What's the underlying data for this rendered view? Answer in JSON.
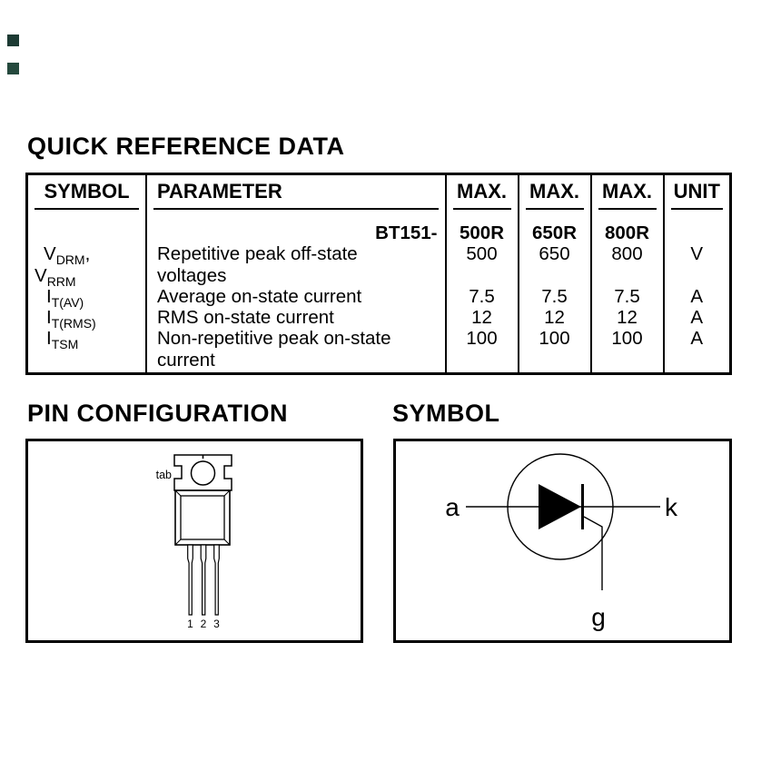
{
  "markers": {
    "top_square_color": "#1c3a33",
    "bottom_square_color": "#25493d"
  },
  "document": {
    "quick_reference": {
      "title": "QUICK REFERENCE DATA",
      "col_headers": [
        "SYMBOL",
        "PARAMETER",
        "MAX.",
        "MAX.",
        "MAX.",
        "UNIT"
      ],
      "symbol_col": [
        {
          "base": "V",
          "sub": "DRM",
          "trail": ","
        },
        {
          "base": "V",
          "sub": "RRM",
          "trail": ""
        },
        {
          "base": "I",
          "sub": "T(AV)",
          "trail": ""
        },
        {
          "base": "I",
          "sub": "T(RMS)",
          "trail": ""
        },
        {
          "base": "I",
          "sub": "TSM",
          "trail": ""
        }
      ],
      "parameter_col": [
        "BT151-",
        "Repetitive peak off-state",
        "voltages",
        "Average on-state current",
        "RMS on-state current",
        "Non-repetitive peak on-state",
        "current"
      ],
      "max_col_1": [
        "500R",
        "500",
        "",
        "7.5",
        "12",
        "100"
      ],
      "max_col_2": [
        "650R",
        "650",
        "",
        "7.5",
        "12",
        "100"
      ],
      "max_col_3": [
        "800R",
        "800",
        "",
        "7.5",
        "12",
        "100"
      ],
      "unit_col": [
        "",
        "V",
        "",
        "A",
        "A",
        "A"
      ]
    },
    "pin_configuration": {
      "title": "PIN CONFIGURATION",
      "tab_label": "tab",
      "pin_labels": [
        "1",
        "2",
        "3"
      ]
    },
    "symbol_section": {
      "title": "SYMBOL",
      "anode_label": "a",
      "cathode_label": "k",
      "gate_label": "g"
    }
  }
}
